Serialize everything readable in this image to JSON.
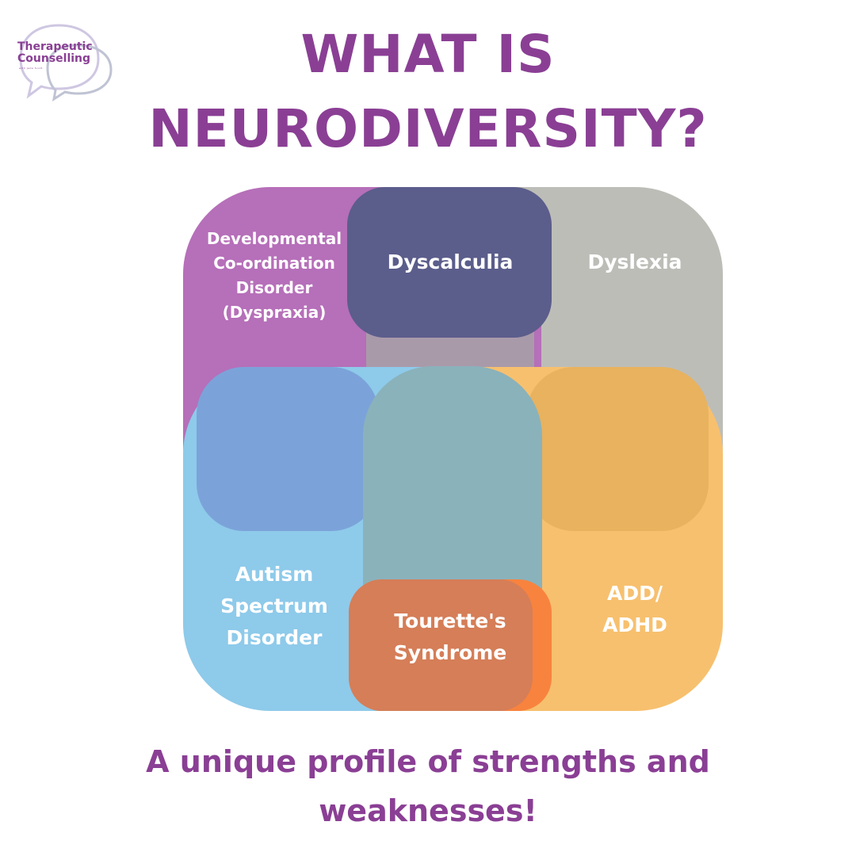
{
  "logo": {
    "line1": "Therapeutic",
    "line2": "Counselling",
    "tagline": "with Jade Scott"
  },
  "title": {
    "line1": "WHAT IS",
    "line2": "NEURODIVERSITY?"
  },
  "conditions": {
    "dyspraxia": {
      "line1": "Developmental",
      "line2": "Co-ordination",
      "line3": "Disorder",
      "line4": "(Dyspraxia)",
      "color": "#b66fb9"
    },
    "dyscalculia": {
      "label": "Dyscalculia",
      "color": "#5b5d8b"
    },
    "dyslexia": {
      "label": "Dyslexia",
      "color": "#bdbdb8"
    },
    "autism": {
      "line1": "Autism",
      "line2": "Spectrum",
      "line3": "Disorder",
      "color": "#8ecaea"
    },
    "tourettes": {
      "line1": "Tourette's",
      "line2": "Syndrome",
      "color": "#d57e58"
    },
    "adhd": {
      "line1": "ADD/",
      "line2": "ADHD",
      "color": "#f7c06e"
    }
  },
  "footer": {
    "line1": "A unique profile of strengths and",
    "line2": "weaknesses!"
  },
  "colors": {
    "brand_purple": "#8a3f94",
    "text_on_shapes": "#ffffff",
    "overlap_blue": "#7ba3d9",
    "overlap_gold": "#e8b25e",
    "overlap_teal": "#8ab2bb",
    "overlap_mauve": "#a99aaa",
    "tourettes_bright": "#f8833e"
  }
}
